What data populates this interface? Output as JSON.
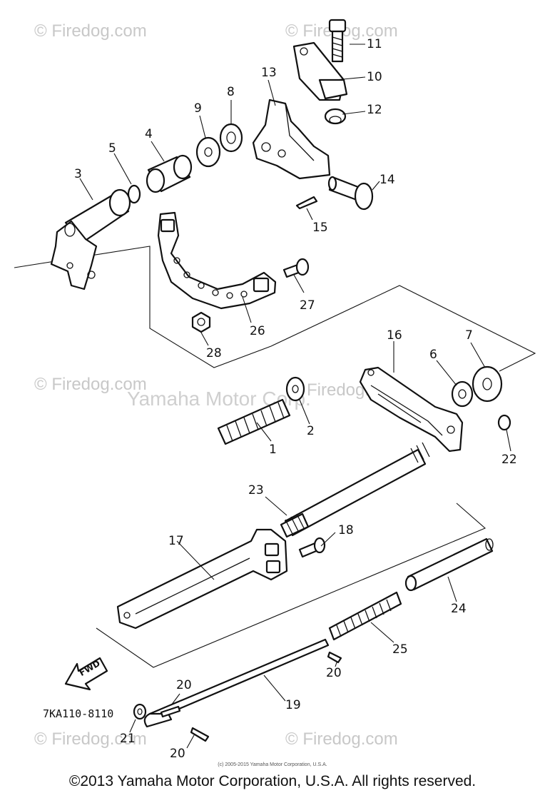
{
  "watermarks": {
    "firedog": "© Firedog.com",
    "firedog_center": "Firedog.com",
    "yamaha": "Yamaha Motor Corp."
  },
  "callouts": [
    "11",
    "10",
    "12",
    "13",
    "8",
    "9",
    "4",
    "5",
    "3",
    "14",
    "15",
    "27",
    "26",
    "28",
    "16",
    "7",
    "6",
    "2",
    "1",
    "22",
    "23",
    "18",
    "17",
    "24",
    "25",
    "20",
    "19",
    "20",
    "21",
    "20"
  ],
  "fwd_label": "FWD",
  "part_code": "7KA110-8110",
  "small_copyright": "(c) 2005-2015 Yamaha Motor Corporation, U.S.A.",
  "copyright": "©2013 Yamaha Motor Corporation, U.S.A. All rights reserved."
}
